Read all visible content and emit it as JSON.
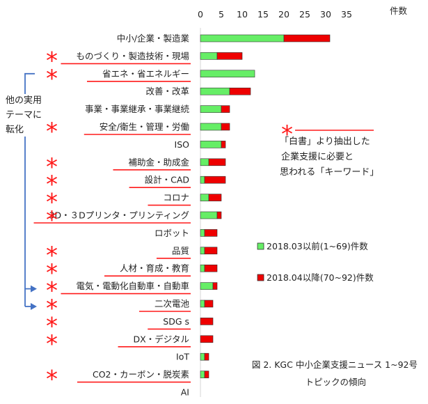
{
  "chart_data": {
    "type": "bar",
    "orientation": "horizontal",
    "stacked": true,
    "unit_label": "件数",
    "xlim": [
      0,
      35
    ],
    "x_ticks": [
      "0",
      "5",
      "10",
      "15",
      "20",
      "25",
      "30",
      "35"
    ],
    "categories": [
      "中小/企業・製造業",
      "ものづくり・製造技術・現場",
      "省エネ・省エネルギー",
      "改善・改革",
      "事業・事業継承・事業継続",
      "安全/衛生・管理・労働",
      "ISO",
      "補助金・助成金",
      "設計・CAD",
      "コロナ",
      "3D・３Dプリンタ・プリンティング",
      "ロボット",
      "品質",
      "人材・育成・教育",
      "電気・電動化自動車・自動車",
      "二次電池",
      "SDG s",
      "DX・デジタル",
      "IoT",
      "CO2・カーボン・脱炭素",
      "AI"
    ],
    "series": [
      {
        "name": "2018.03以前(1~69)件数",
        "color": "#66ee66",
        "values": [
          20,
          4,
          13,
          7,
          5,
          5,
          5,
          2,
          1,
          2,
          4,
          1,
          1,
          1,
          3,
          1,
          0,
          0,
          1,
          1,
          0
        ]
      },
      {
        "name": "2018.04以降(70~92)件数",
        "color": "#ee0000",
        "values": [
          11,
          6,
          0,
          5,
          2,
          2,
          1,
          4,
          5,
          3,
          1,
          3,
          3,
          3,
          1,
          2,
          3,
          3,
          1,
          1,
          0
        ]
      }
    ],
    "marked_keywords": [
      1,
      2,
      5,
      7,
      8,
      9,
      10,
      12,
      13,
      14,
      15,
      16,
      17,
      19
    ],
    "bracket_label": "他の実用\nテーマに\n転化",
    "bracket_from": [
      2
    ],
    "bracket_to": [
      14,
      15
    ],
    "legend_position": "right",
    "grid": false
  },
  "annotation": {
    "marker": "*",
    "lines": [
      "「白書」より抽出した",
      "企業支援に必要と",
      "思われる「キーワード」"
    ]
  },
  "caption": {
    "lines": [
      "図 2. KGC 中小企業支援ニュース 1~92号",
      "トピックの傾向"
    ]
  }
}
